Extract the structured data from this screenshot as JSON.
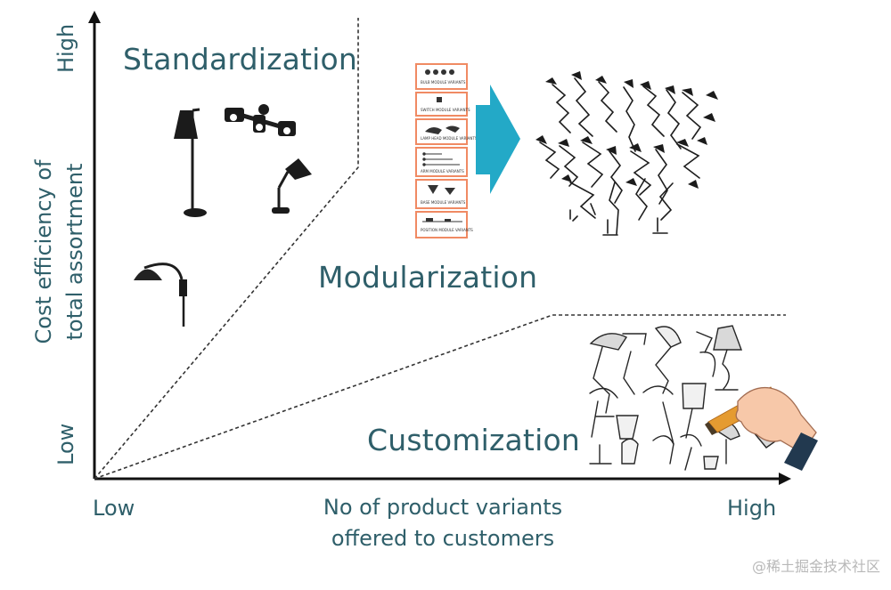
{
  "diagram": {
    "regions": {
      "standardization": "Standardization",
      "modularization": "Modularization",
      "customization": "Customization"
    },
    "y_axis": {
      "title_line1": "Cost efficiency of",
      "title_line2": "total assortment",
      "low": "Low",
      "high": "High"
    },
    "x_axis": {
      "title_line1": "No of product variants",
      "title_line2": "offered to customers",
      "low": "Low",
      "high": "High"
    },
    "module_cards": [
      "BULB MODULE VARIANTS",
      "SWITCH MODULE VARIANTS",
      "LAMP HEAD MODULE VARIANTS",
      "ARM MODULE VARIANTS",
      "BASE MODULE VARIANTS",
      "POSITION MODULE VARIANTS"
    ],
    "colors": {
      "text": "#2f5f6a",
      "axis": "#111111",
      "accent_arrow": "#23a9c7",
      "module_border": "#f08a63",
      "watermark": "#b8b8b8"
    },
    "icons": {
      "floor_lamp": "floor-lamp-icon",
      "spotlight_bar": "spotlight-bar-icon",
      "desk_lamp": "desk-lamp-icon",
      "wall_lamp": "wall-lamp-icon",
      "module_arrow": "right-arrow-icon",
      "lamp_cloud": "modular-lamp-cloud-icon",
      "sketch_collage": "lamp-sketch-collage-icon",
      "hand_pencil": "hand-with-pencil-icon"
    }
  },
  "watermark": "@稀土掘金技术社区"
}
